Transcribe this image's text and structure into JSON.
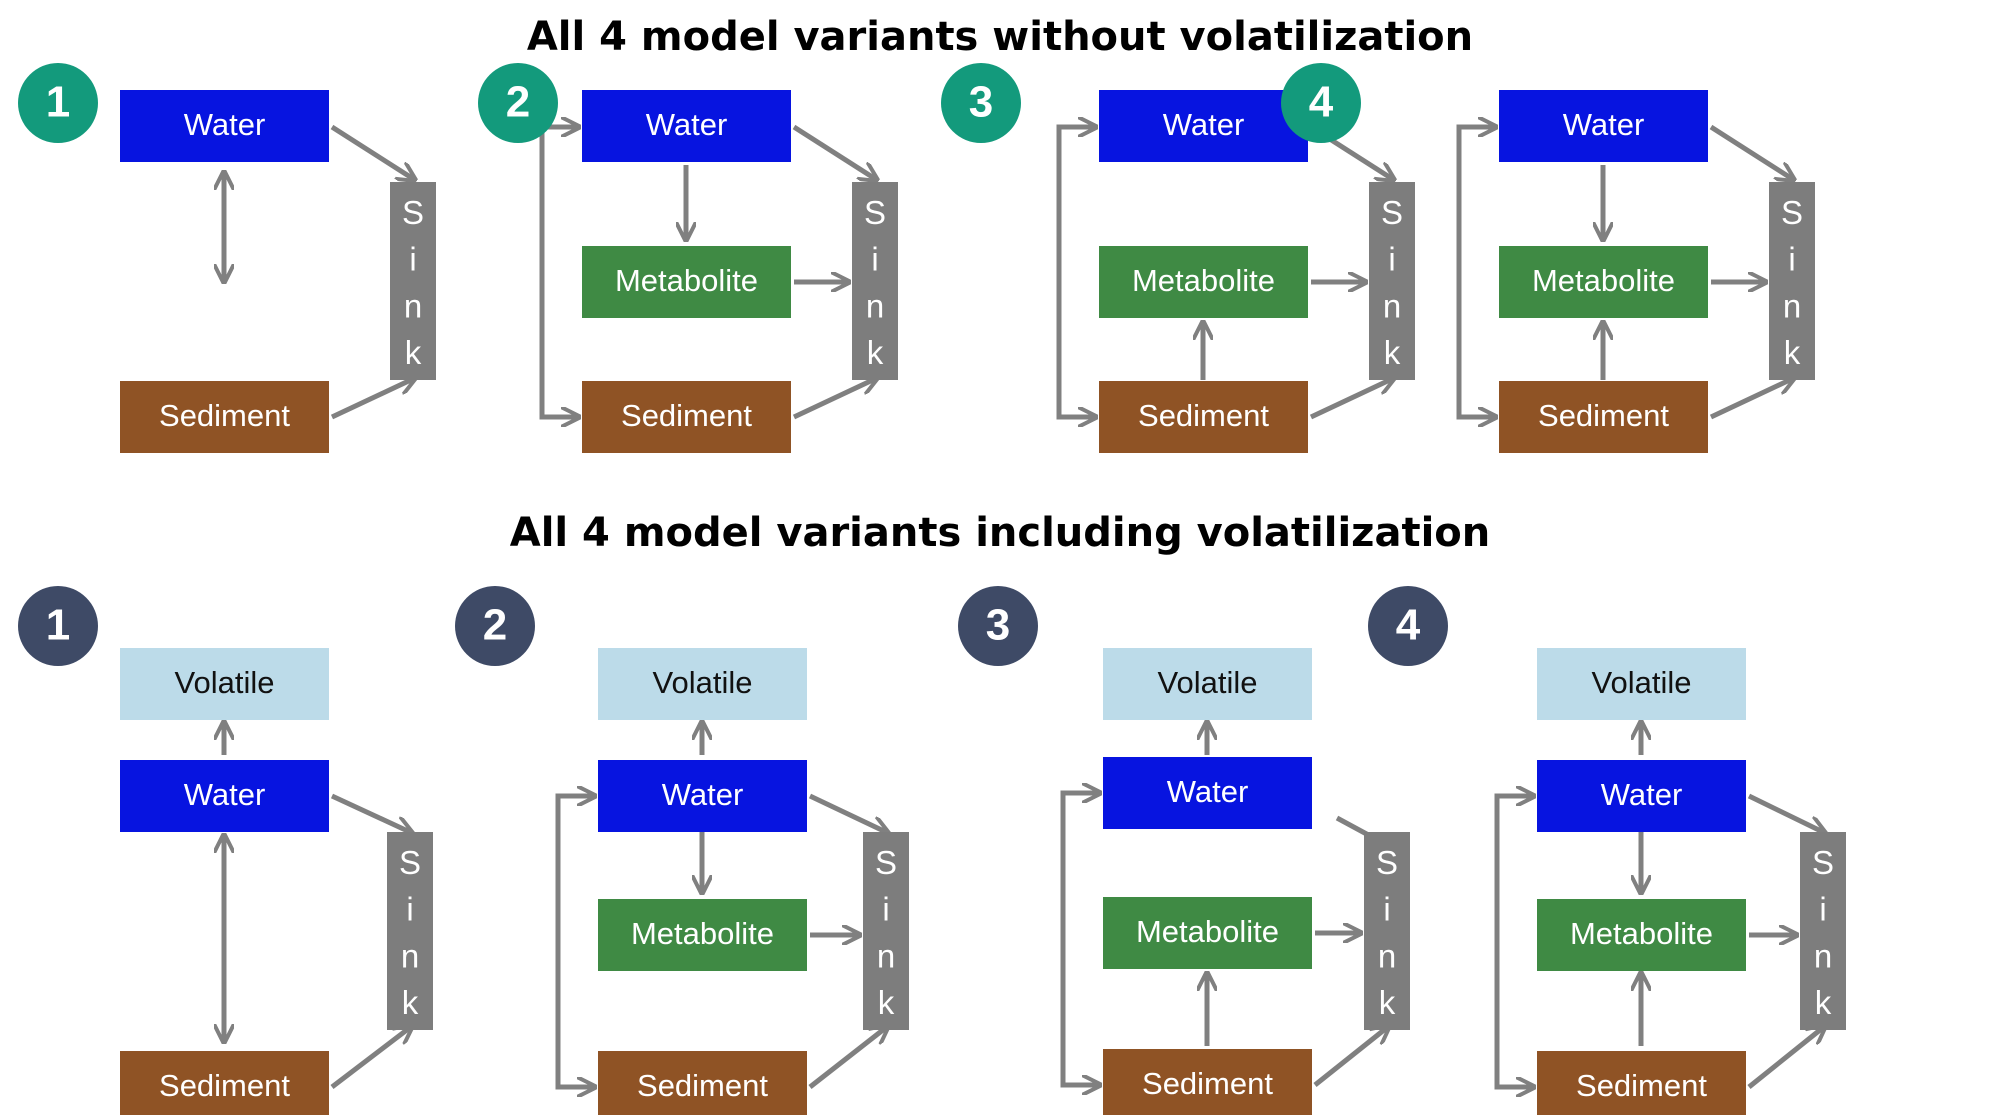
{
  "sections": [
    {
      "title": "All 4 model variants without volatilization",
      "badge_color": "#139a7c",
      "variants": [
        {
          "number": "1",
          "labels": {
            "water": "Water",
            "sediment": "Sediment",
            "sink": "Sink"
          }
        },
        {
          "number": "2",
          "labels": {
            "water": "Water",
            "metabolite": "Metabolite",
            "sediment": "Sediment",
            "sink": "Sink"
          }
        },
        {
          "number": "3",
          "labels": {
            "water": "Water",
            "metabolite": "Metabolite",
            "sediment": "Sediment",
            "sink": "Sink"
          }
        },
        {
          "number": "4",
          "labels": {
            "water": "Water",
            "metabolite": "Metabolite",
            "sediment": "Sediment",
            "sink": "Sink"
          }
        }
      ]
    },
    {
      "title": "All 4 model variants including volatilization",
      "badge_color": "#3e4a66",
      "variants": [
        {
          "number": "1",
          "labels": {
            "volatile": "Volatile",
            "water": "Water",
            "sediment": "Sediment",
            "sink": "Sink"
          }
        },
        {
          "number": "2",
          "labels": {
            "volatile": "Volatile",
            "water": "Water",
            "metabolite": "Metabolite",
            "sediment": "Sediment",
            "sink": "Sink"
          }
        },
        {
          "number": "3",
          "labels": {
            "volatile": "Volatile",
            "water": "Water",
            "metabolite": "Metabolite",
            "sediment": "Sediment",
            "sink": "Sink"
          }
        },
        {
          "number": "4",
          "labels": {
            "volatile": "Volatile",
            "water": "Water",
            "metabolite": "Metabolite",
            "sediment": "Sediment",
            "sink": "Sink"
          }
        }
      ]
    }
  ],
  "colors": {
    "water": "#0714e0",
    "metabolite": "#3f8a44",
    "sediment": "#8f5325",
    "volatile": "#bcdbe9",
    "sink": "#7d7d7d",
    "arrow": "#808080"
  }
}
